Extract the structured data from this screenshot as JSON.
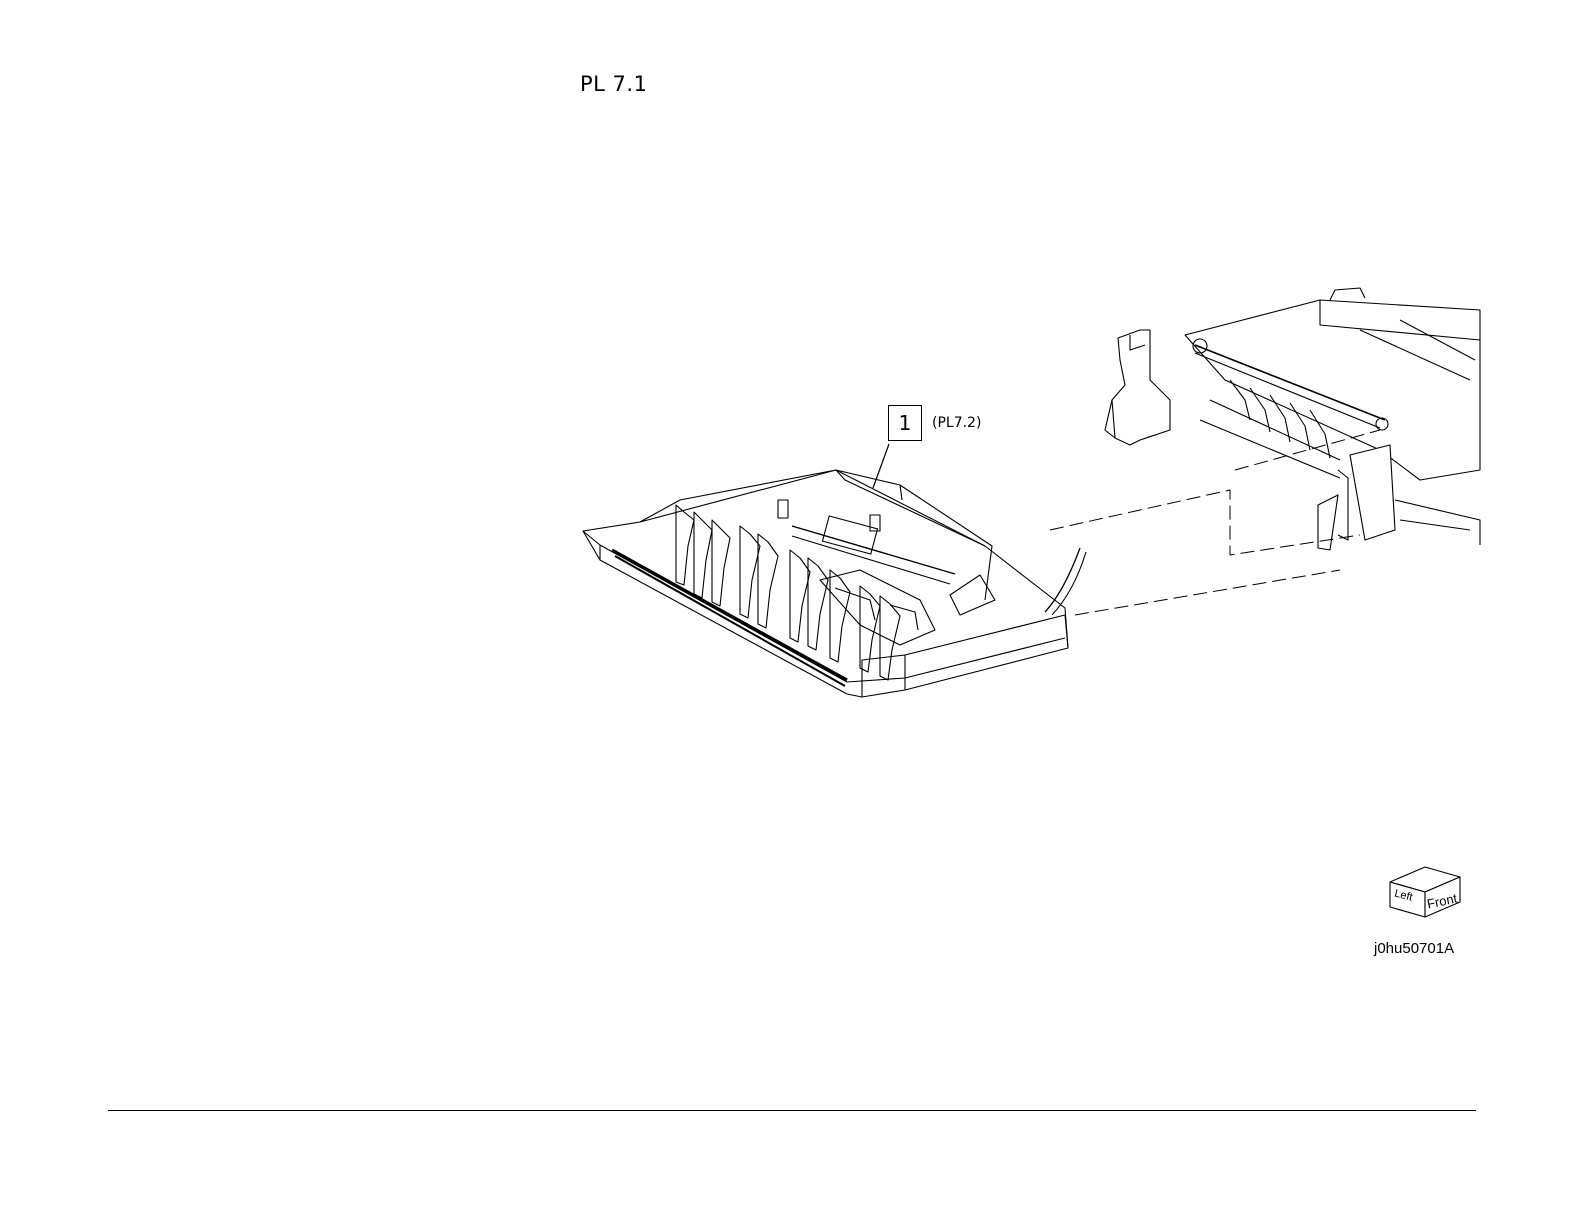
{
  "page": {
    "title": "PL 7.1"
  },
  "callout": {
    "number": "1",
    "reference": "(PL7.2)"
  },
  "orientation": {
    "left_label": "Left",
    "front_label": "Front"
  },
  "figure": {
    "id": "j0hu50701A"
  }
}
